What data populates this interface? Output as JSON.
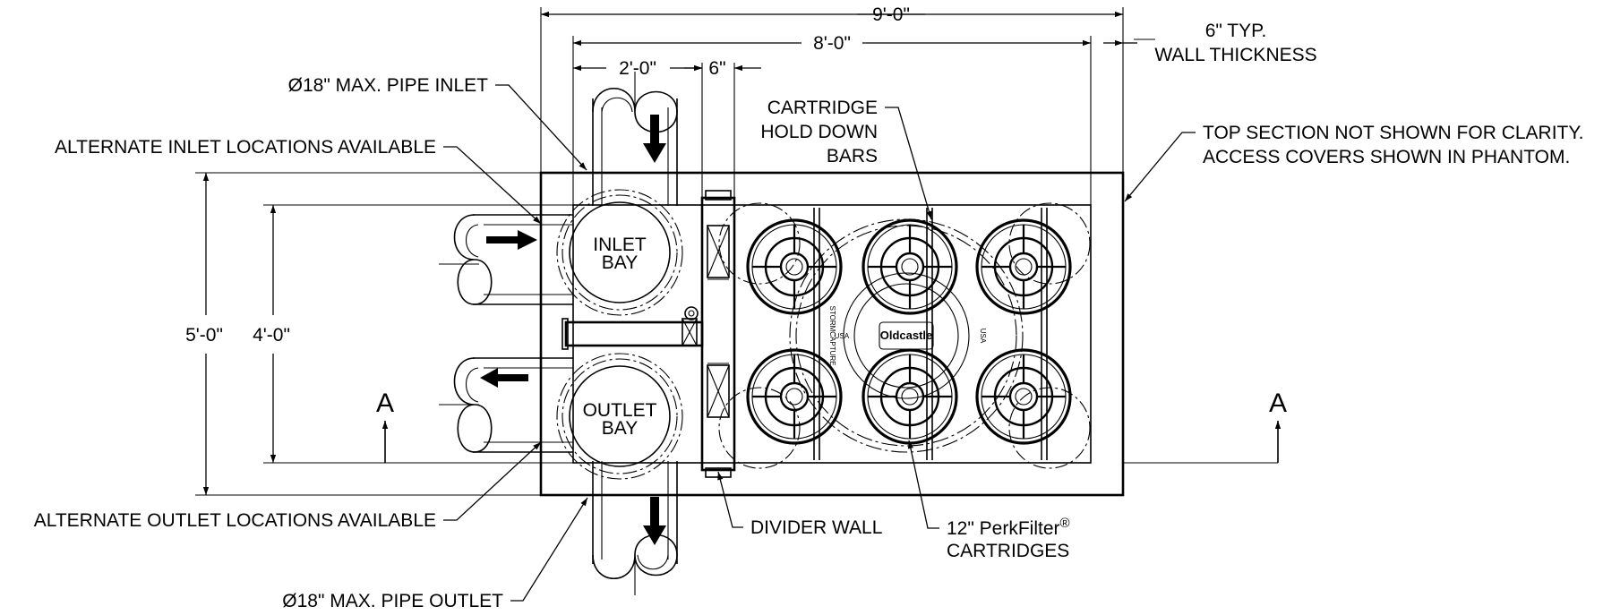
{
  "dimensions": {
    "overall_width": "9'-0\"",
    "inner_width": "8'-0\"",
    "inlet_bay_width": "2'-0\"",
    "divider_width": "6\"",
    "overall_height": "5'-0\"",
    "inner_height": "4'-0\""
  },
  "callouts": {
    "wall_thickness_line1": "6\" TYP.",
    "wall_thickness_line2": "WALL THICKNESS",
    "pipe_inlet": "Ø18\" MAX. PIPE INLET",
    "alt_inlet": "ALTERNATE INLET LOCATIONS AVAILABLE",
    "cartridge_bars_line1": "CARTRIDGE",
    "cartridge_bars_line2": "HOLD DOWN",
    "cartridge_bars_line3": "BARS",
    "top_section_line1": "TOP SECTION NOT SHOWN FOR CLARITY.",
    "top_section_line2": "ACCESS COVERS SHOWN IN PHANTOM.",
    "alt_outlet": "ALTERNATE OUTLET LOCATIONS AVAILABLE",
    "divider_wall": "DIVIDER WALL",
    "cartridges_line1": "12\" PerkFilter",
    "cartridges_registered": "®",
    "cartridges_line2": "CARTRIDGES",
    "pipe_outlet": "Ø18\" MAX. PIPE OUTLET"
  },
  "bays": {
    "inlet_line1": "INLET",
    "inlet_line2": "BAY",
    "outlet_line1": "OUTLET",
    "outlet_line2": "BAY"
  },
  "section_marks": {
    "left": "A",
    "right": "A"
  },
  "cover": {
    "brand": "Oldcastle",
    "tag": "USA",
    "side_left": "STORMCAPTURE",
    "side_right": "USA"
  }
}
